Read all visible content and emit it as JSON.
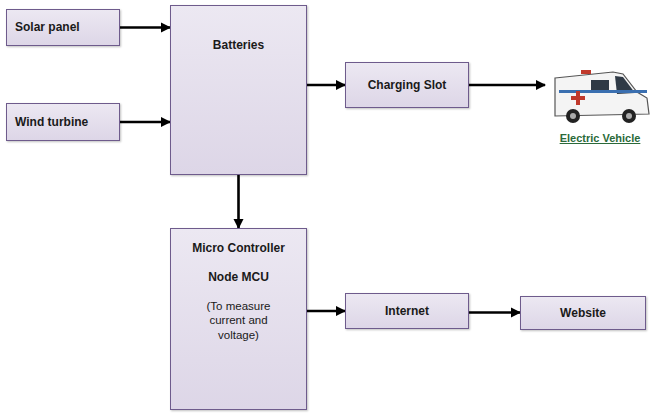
{
  "diagram": {
    "nodes": [
      {
        "text": [
          "Solar panel"
        ]
      },
      {
        "text": [
          "Wind turbine"
        ]
      },
      {
        "text": [
          "Batteries"
        ]
      },
      {
        "text": [
          "Charging Slot"
        ]
      },
      {
        "text": [
          "Electric Vehicle"
        ]
      },
      {
        "text": [
          "Micro Controller",
          "Node MCU",
          "(To measure current and voltage)"
        ]
      },
      {
        "text": [
          "Internet"
        ]
      },
      {
        "text": [
          "Website"
        ]
      }
    ],
    "edges": [
      {
        "from": 0,
        "to": 2,
        "arrow": "to"
      },
      {
        "from": 1,
        "to": 2,
        "arrow": "to"
      },
      {
        "from": 2,
        "to": 3,
        "arrow": "to"
      },
      {
        "from": 3,
        "to": 4,
        "arrow": "to"
      },
      {
        "from": 2,
        "to": 5,
        "arrow": "to"
      },
      {
        "from": 5,
        "to": 6,
        "arrow": "to"
      },
      {
        "from": 6,
        "to": 7,
        "arrow": "to"
      }
    ]
  }
}
